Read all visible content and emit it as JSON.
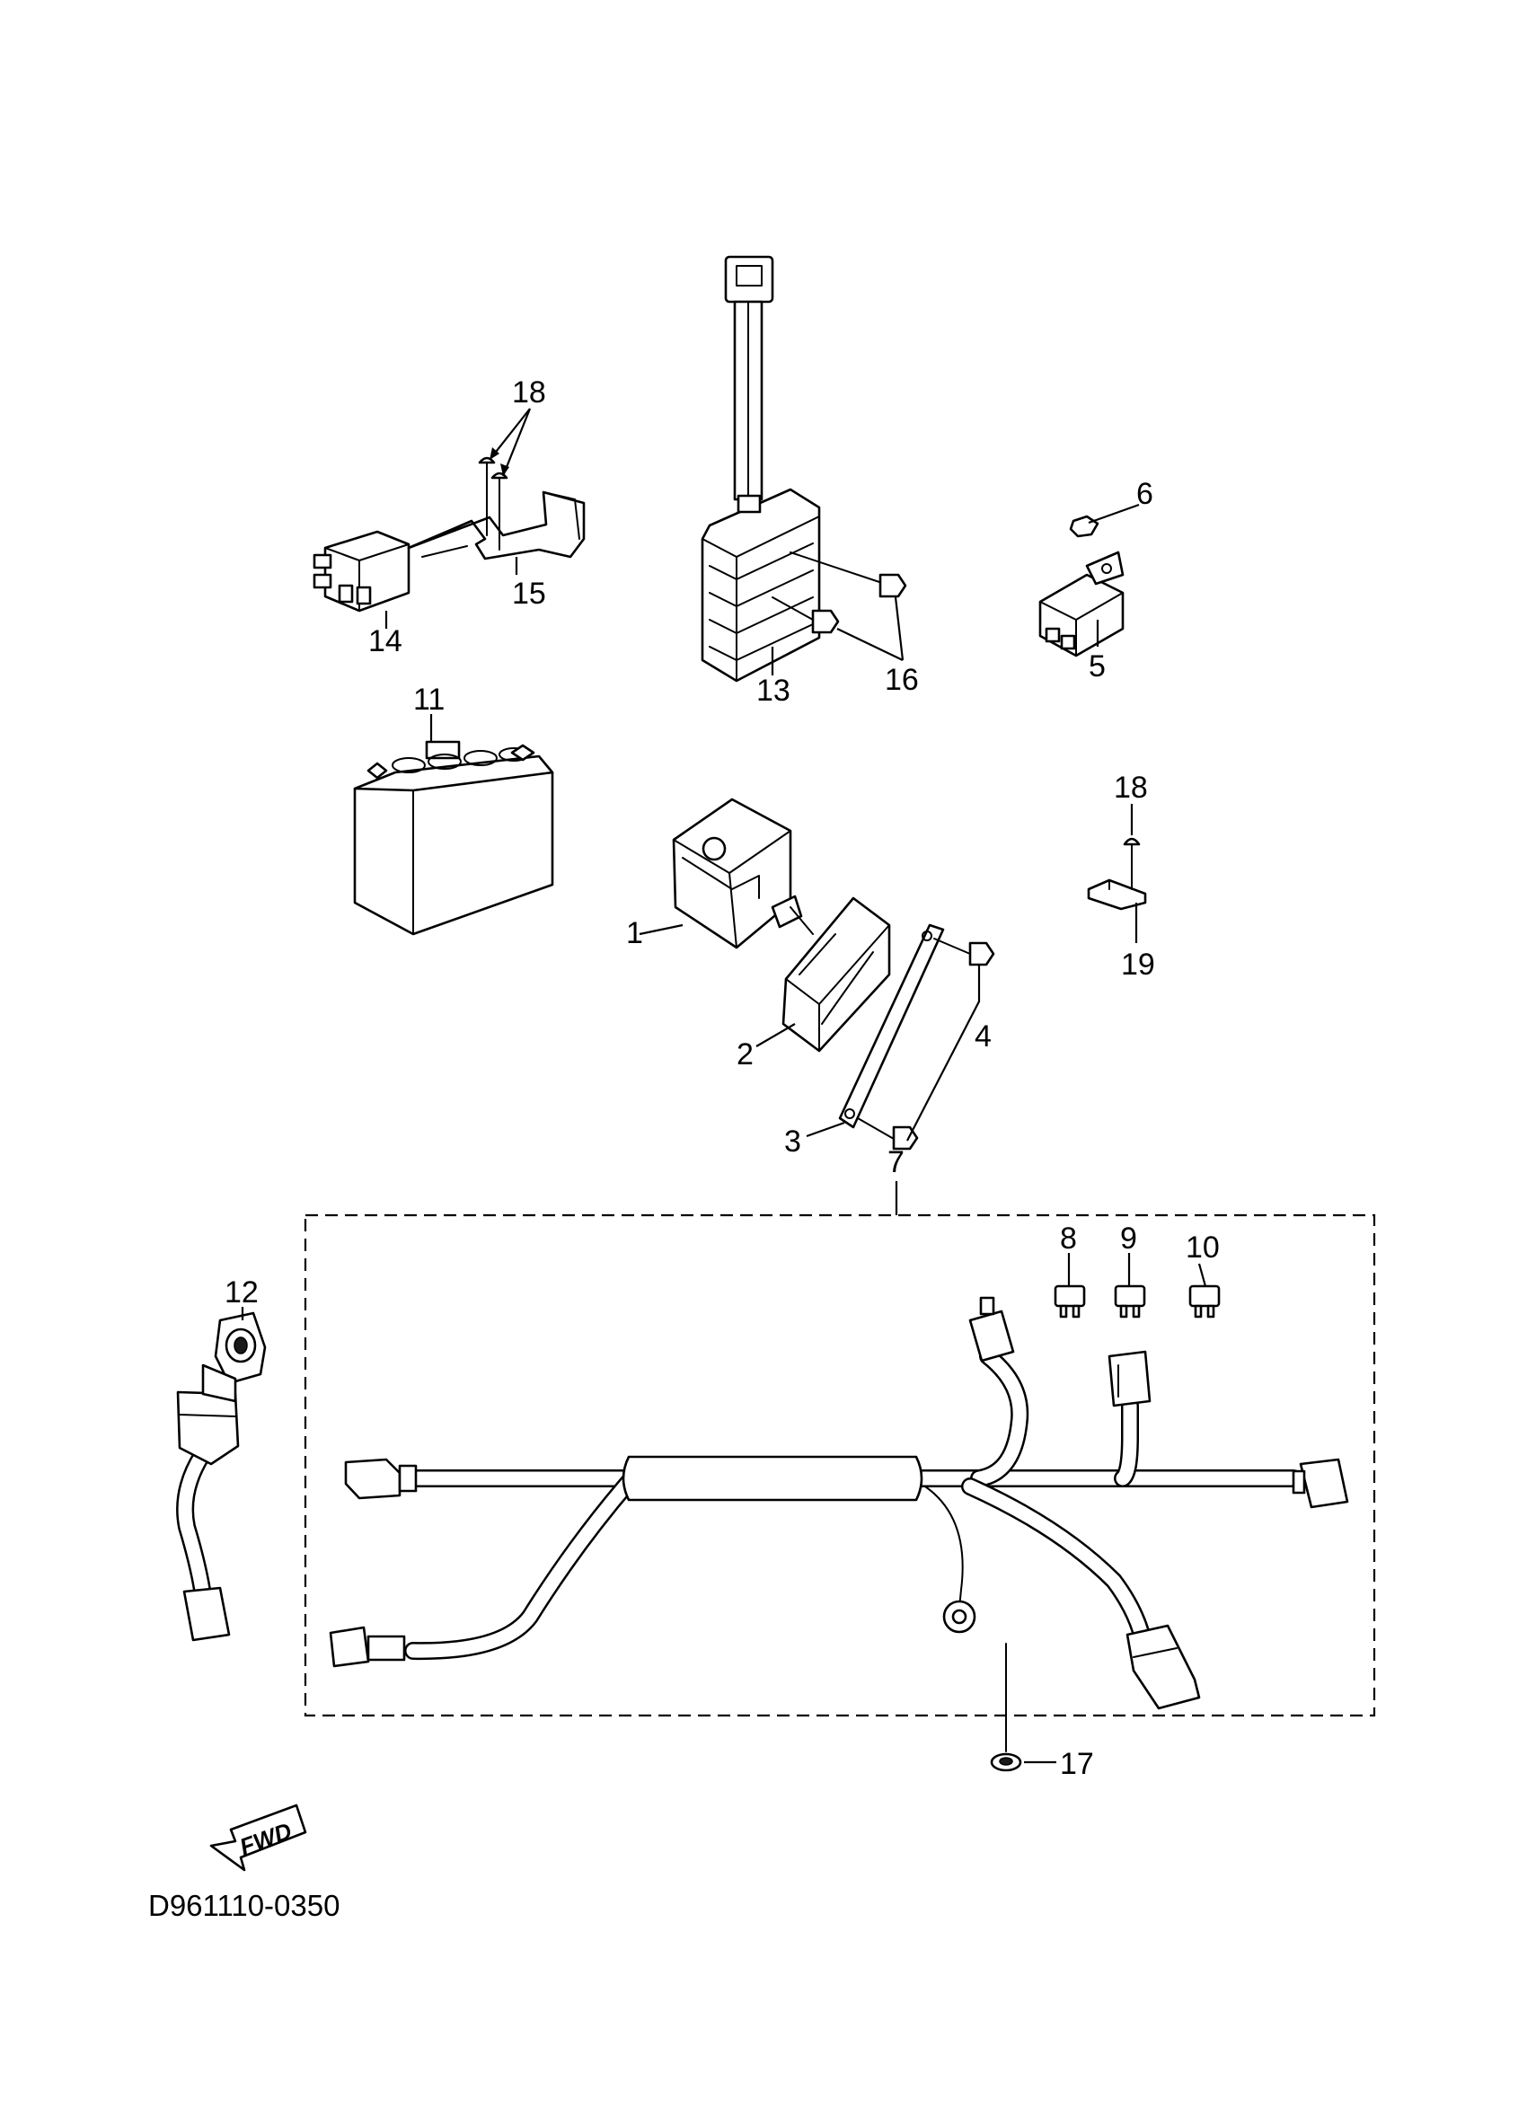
{
  "callouts": {
    "c1": "1",
    "c2": "2",
    "c3": "3",
    "c4": "4",
    "c5": "5",
    "c6": "6",
    "c7": "7",
    "c8": "8",
    "c9": "9",
    "c10": "10",
    "c11": "11",
    "c12": "12",
    "c13": "13",
    "c14": "14",
    "c15": "15",
    "c16": "16",
    "c17": "17",
    "c18a": "18",
    "c18b": "18",
    "c19": "19"
  },
  "direction_badge": "FWD",
  "diagram_code": "D961110-0350",
  "colors": {
    "ink": "#000000",
    "paper": "#ffffff"
  }
}
